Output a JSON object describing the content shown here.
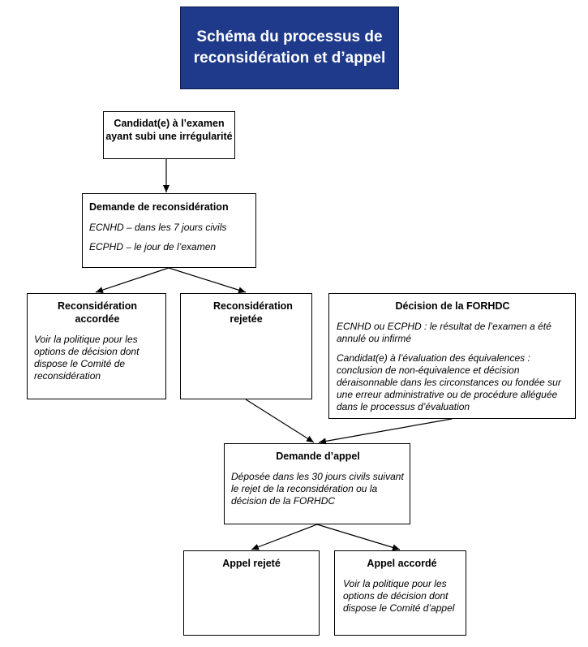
{
  "title": "Schéma du processus de reconsidération et d’appel",
  "boxes": {
    "candidat": {
      "heading": "Candidat(e) à l’examen ayant subi une irrégularité"
    },
    "demande_reconsideration": {
      "heading": "Demande de reconsidération",
      "line1": "ECNHD – dans les 7 jours civils",
      "line2": "ECPHD – le jour de l’examen"
    },
    "reconsideration_accordee": {
      "heading": "Reconsidération accordée",
      "text": "Voir la politique pour les options de décision dont dispose le Comité de reconsidération"
    },
    "reconsideration_rejetee": {
      "heading": "Reconsidération rejetée"
    },
    "decision_forhdc": {
      "heading": "Décision de la FORHDC",
      "line1": "ECNHD ou ECPHD : le résultat de l’examen a été annulé ou infirmé",
      "line2": "Candidat(e) à l’évaluation des équivalences : conclusion de non-équivalence et décision déraisonnable dans les circonstances ou fondée sur une erreur administrative ou de procédure alléguée dans le processus d’évaluation"
    },
    "demande_appel": {
      "heading": "Demande d’appel",
      "text": "Déposée dans les 30 jours civils suivant le rejet de la reconsidération ou la décision de la FORHDC"
    },
    "appel_rejete": {
      "heading": "Appel rejeté"
    },
    "appel_accorde": {
      "heading": "Appel accordé",
      "text": "Voir la politique pour les options de décision dont dispose le Comité d’appel"
    }
  },
  "colors": {
    "title_bg": "#1f3a8a",
    "title_text": "#ffffff",
    "border": "#000000"
  }
}
